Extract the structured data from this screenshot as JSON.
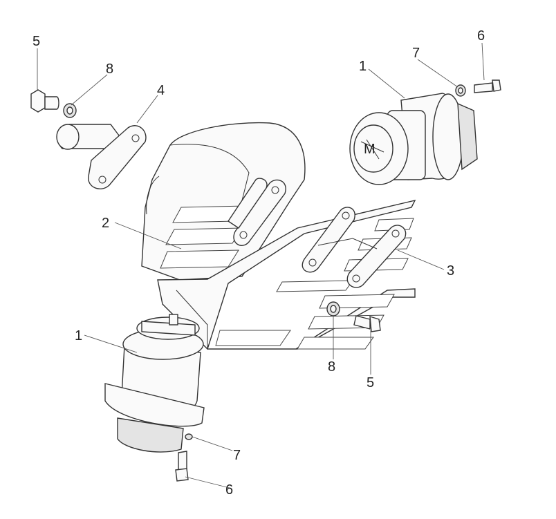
{
  "callouts": {
    "bolt_top_left": "5",
    "washer_top_left": "8",
    "bracket_top_left": "4",
    "housing": "2",
    "bolt_top_right": "6",
    "washer_top_right": "7",
    "gearbox_top_right": "1",
    "bracket_right": "3",
    "washer_bottom_right": "8",
    "bolt_bottom_right": "5",
    "gearbox_bottom": "1",
    "washer_bottom": "7",
    "bolt_bottom": "6"
  },
  "colors": {
    "line": "#333333",
    "fill_light": "#fafafa",
    "fill_shade": "#e4e4e4",
    "text": "#222222"
  }
}
